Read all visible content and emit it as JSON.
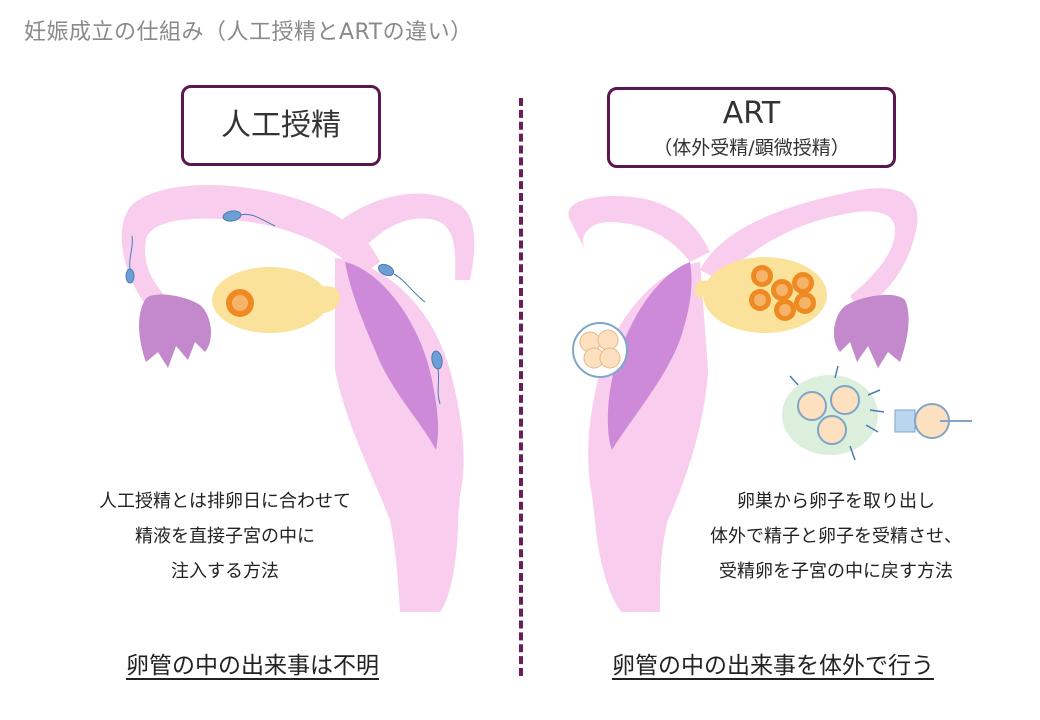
{
  "title": "妊娠成立の仕組み（人工授精とARTの違い）",
  "left": {
    "label": "人工授精",
    "description": [
      "人工授精とは排卵日に合わせて",
      "精液を直接子宮の中に",
      "注入する方法"
    ],
    "conclusion": "卵管の中の出来事は不明"
  },
  "right": {
    "label": "ART",
    "sublabel": "（体外受精/顕微授精）",
    "description": [
      "卵巣から卵子を取り出し",
      "体外で精子と卵子を受精させ、",
      "受精卵を子宮の中に戻す方法"
    ],
    "conclusion": "卵管の中の出来事を体外で行う"
  },
  "colors": {
    "uterus_light": "#f9cdee",
    "uterus_dark": "#cd8ad8",
    "ovary": "#fbe29a",
    "egg_core": "#ef8a23",
    "sperm": "#6c9fd3",
    "box_border": "#5b1550",
    "divider": "#6b1f5a"
  }
}
